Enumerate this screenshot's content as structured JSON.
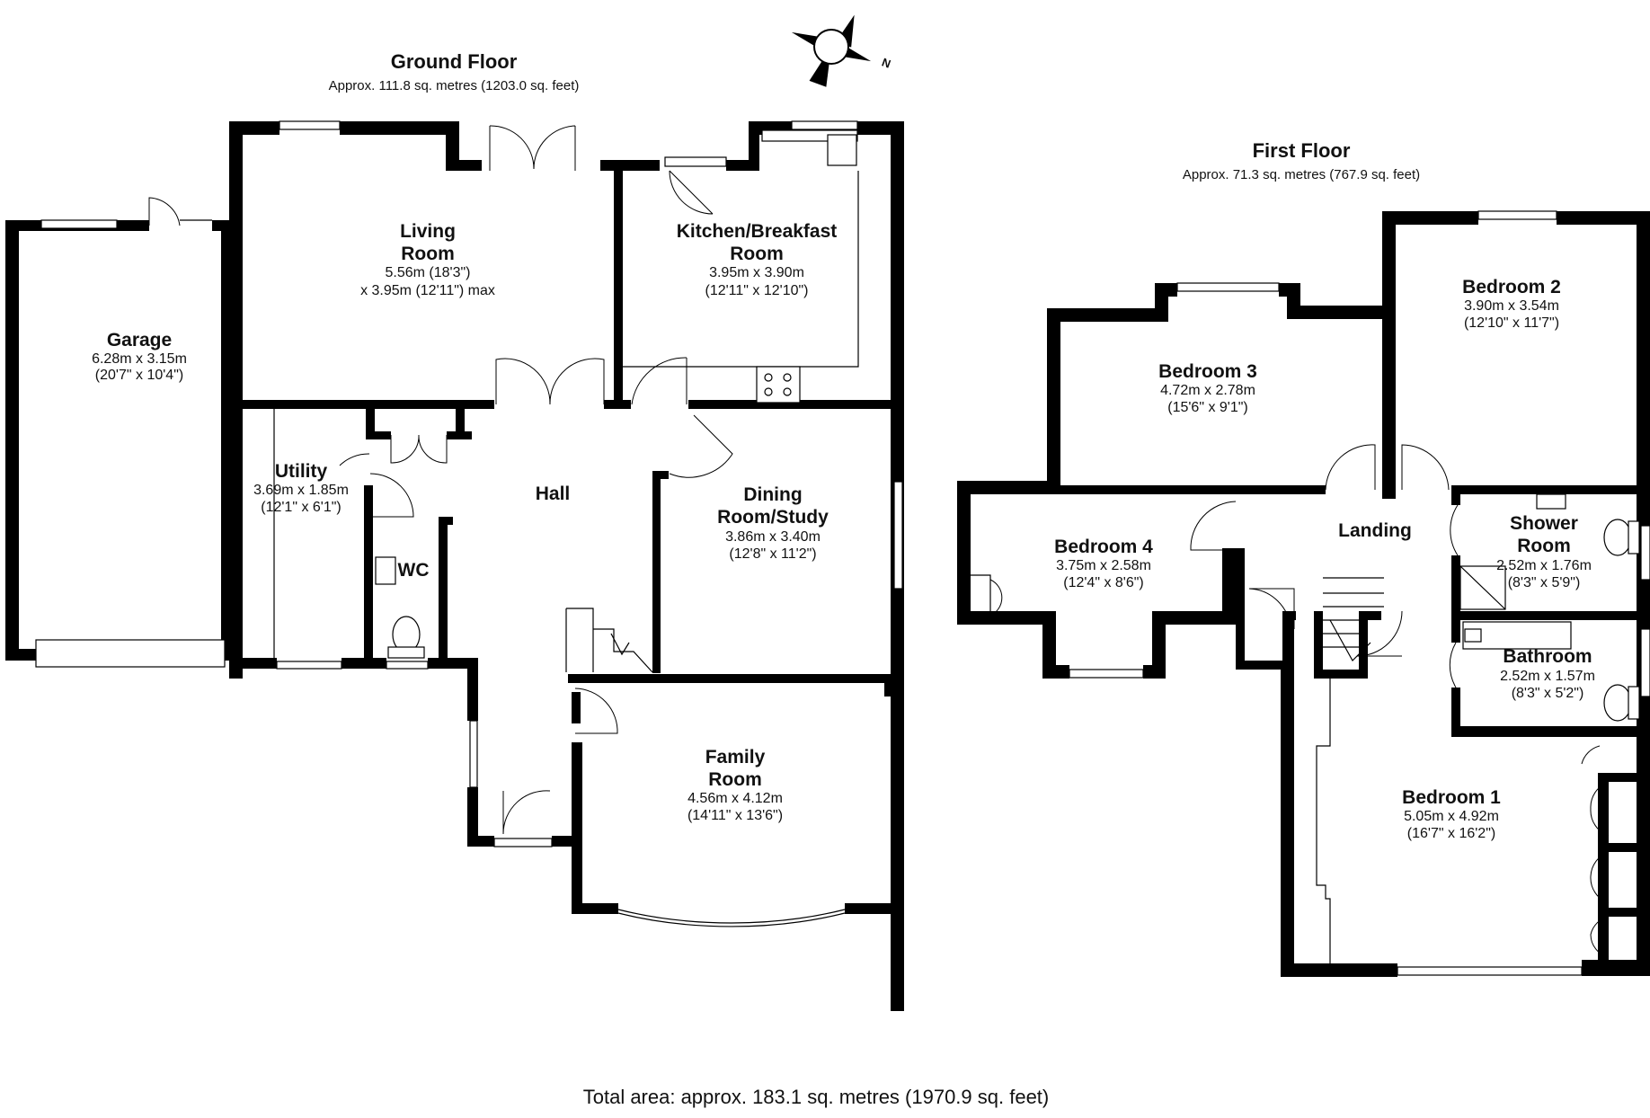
{
  "ground_floor": {
    "title": "Ground Floor",
    "area": "Approx. 111.8 sq. metres (1203.0 sq. feet)",
    "rooms": {
      "garage": {
        "name": [
          "Garage"
        ],
        "dims": [
          "6.28m x 3.15m",
          "(20'7\" x 10'4\")"
        ]
      },
      "living": {
        "name": [
          "Living",
          "Room"
        ],
        "dims": [
          "5.56m (18'3\")",
          "x 3.95m (12'11\") max"
        ]
      },
      "kitchen": {
        "name": [
          "Kitchen/Breakfast",
          "Room"
        ],
        "dims": [
          "3.95m x 3.90m",
          "(12'11\" x 12'10\")"
        ]
      },
      "utility": {
        "name": [
          "Utility"
        ],
        "dims": [
          "3.69m x 1.85m",
          "(12'1\" x 6'1\")"
        ]
      },
      "hall": {
        "name": [
          "Hall"
        ],
        "dims": []
      },
      "wc": {
        "name": [
          "WC"
        ],
        "dims": []
      },
      "dining": {
        "name": [
          "Dining",
          "Room/Study"
        ],
        "dims": [
          "3.86m x 3.40m",
          "(12'8\" x 11'2\")"
        ]
      },
      "family": {
        "name": [
          "Family",
          "Room"
        ],
        "dims": [
          "4.56m x 4.12m",
          "(14'11\" x 13'6\")"
        ]
      }
    }
  },
  "first_floor": {
    "title": "First Floor",
    "area": "Approx. 71.3 sq. metres (767.9 sq. feet)",
    "rooms": {
      "bedroom2": {
        "name": [
          "Bedroom 2"
        ],
        "dims": [
          "3.90m x 3.54m",
          "(12'10\" x 11'7\")"
        ]
      },
      "bedroom3": {
        "name": [
          "Bedroom 3"
        ],
        "dims": [
          "4.72m x 2.78m",
          "(15'6\" x 9'1\")"
        ]
      },
      "bedroom4": {
        "name": [
          "Bedroom 4"
        ],
        "dims": [
          "3.75m x 2.58m",
          "(12'4\" x 8'6\")"
        ]
      },
      "landing": {
        "name": [
          "Landing"
        ],
        "dims": []
      },
      "shower": {
        "name": [
          "Shower",
          "Room"
        ],
        "dims": [
          "2.52m x 1.76m",
          "(8'3\" x 5'9\")"
        ]
      },
      "bathroom": {
        "name": [
          "Bathroom"
        ],
        "dims": [
          "2.52m x 1.57m",
          "(8'3\" x 5'2\")"
        ]
      },
      "bedroom1": {
        "name": [
          "Bedroom 1"
        ],
        "dims": [
          "5.05m x 4.92m",
          "(16'7\" x 16'2\")"
        ]
      }
    }
  },
  "compass": {
    "icon": "compass-icon",
    "label": "N"
  },
  "total_area": "Total area: approx. 183.1 sq. metres (1970.9 sq. feet)"
}
